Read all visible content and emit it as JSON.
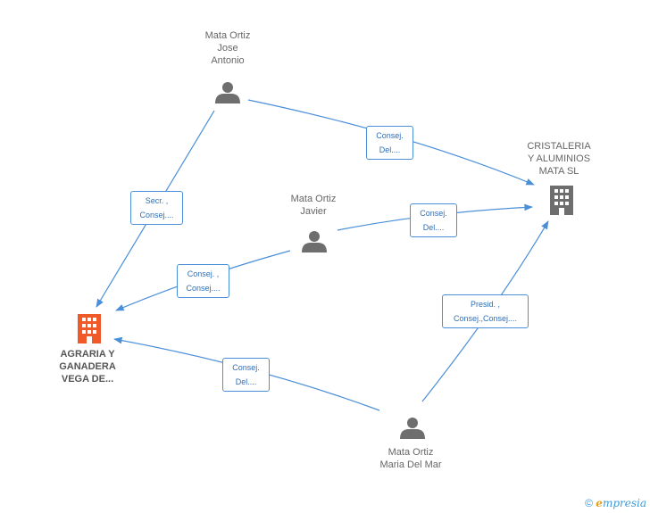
{
  "nodes": {
    "person_jose": "Mata Ortiz\nJose\nAntonio",
    "person_javier": "Mata Ortiz\nJavier",
    "person_mar": "Mata Ortiz\nMaria Del Mar",
    "company_cristaleria": "CRISTALERIA\nY ALUMINIOS\nMATA SL",
    "company_agraria": "AGRARIA Y\nGANADERA\nVEGA DE..."
  },
  "edges": {
    "jose_cristaleria": "Consej.\nDel....",
    "jose_agraria": "Secr. ,\nConsej....",
    "javier_cristaleria": "Consej.\nDel....",
    "javier_agraria": "Consej. ,\nConsej....",
    "mar_cristaleria": "Presid. ,\nConsej.,Consej....",
    "mar_agraria": "Consej.\nDel...."
  },
  "footer": {
    "copyright": "©",
    "brand_initial": "e",
    "brand_rest": "mpresia"
  },
  "colors": {
    "edge": "#4a8fd8",
    "person": "#6e6e6e",
    "company_main": "#f05a28",
    "company": "#6e6e6e"
  }
}
